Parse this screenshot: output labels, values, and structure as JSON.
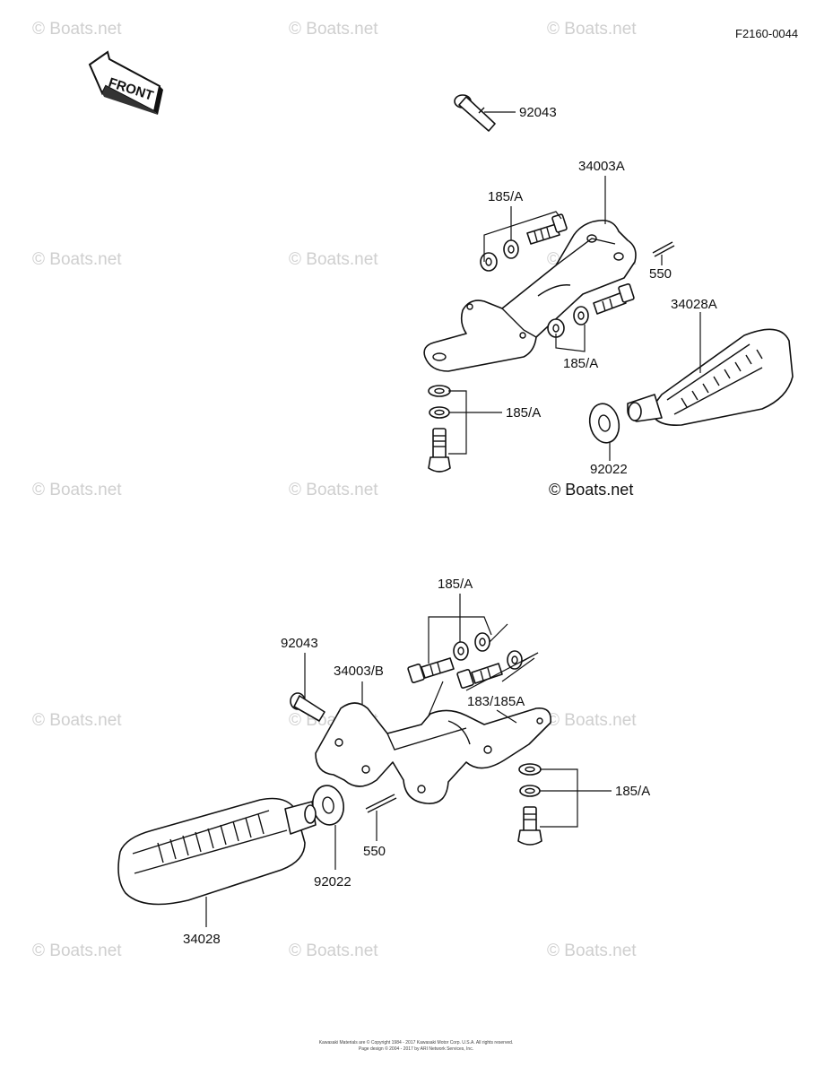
{
  "diagram_code": "F2160-0044",
  "front_label": "FRONT",
  "watermark": "© Boats.net",
  "copyright_main": "© Boats.net",
  "footer": {
    "line1": "Kawasaki Materials are © Copyright 1984 - 2017 Kawasaki Motor Corp. U.S.A. All rights reserved.",
    "line2": "Page design © 2004 - 2017 by ARI Network Services, Inc."
  },
  "upper_assembly": {
    "labels": {
      "pin": "92043",
      "bracket": "34003A",
      "bolt_washers_top": "185/A",
      "cotter_pin": "550",
      "footpeg": "34028A",
      "bolt_washers_mid": "185/A",
      "bolt_washers_bottom": "185/A",
      "washer": "92022"
    }
  },
  "lower_assembly": {
    "labels": {
      "bolt_washers_top": "185/A",
      "pin": "92043",
      "bracket": "34003/B",
      "bolt_washers_right": "183/185A",
      "bolt_washers_bottom": "185/A",
      "cotter_pin": "550",
      "washer": "92022",
      "footpeg": "34028"
    }
  }
}
